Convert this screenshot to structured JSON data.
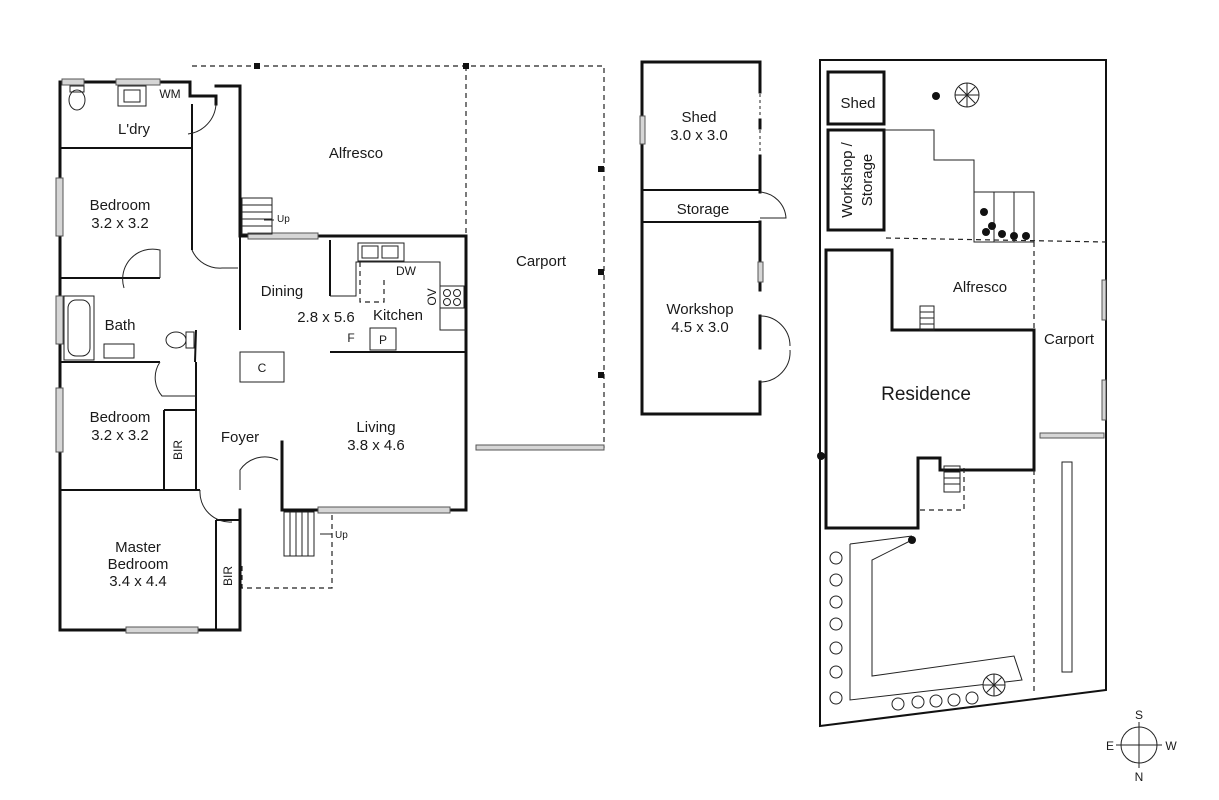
{
  "floor_plan": {
    "rooms": {
      "laundry": {
        "name": "L'dry"
      },
      "wm": {
        "name": "WM"
      },
      "bedroom_top": {
        "name": "Bedroom",
        "size": "3.2 x 3.2"
      },
      "bath": {
        "name": "Bath"
      },
      "bedroom_mid": {
        "name": "Bedroom",
        "size": "3.2 x 3.2"
      },
      "bir_mid": {
        "name": "BIR"
      },
      "master": {
        "name": "Master",
        "name2": "Bedroom",
        "size": "3.4 x 4.4"
      },
      "bir_master": {
        "name": "BIR"
      },
      "foyer": {
        "name": "Foyer"
      },
      "dining": {
        "name": "Dining",
        "size": "2.8 x 5.6"
      },
      "kitchen": {
        "name": "Kitchen"
      },
      "dw": {
        "name": "DW"
      },
      "ov": {
        "name": "OV"
      },
      "fridge": {
        "name": "F"
      },
      "pantry": {
        "name": "P"
      },
      "closet": {
        "name": "C"
      },
      "living": {
        "name": "Living",
        "size": "3.8 x 4.6"
      },
      "alfresco": {
        "name": "Alfresco"
      },
      "carport": {
        "name": "Carport"
      },
      "stairs_up_top": {
        "name": "Up"
      },
      "stairs_up_bottom": {
        "name": "Up"
      }
    }
  },
  "outbuildings": {
    "shed": {
      "name": "Shed",
      "size": "3.0 x 3.0"
    },
    "storage": {
      "name": "Storage"
    },
    "workshop": {
      "name": "Workshop",
      "size": "4.5 x 3.0"
    }
  },
  "site_plan": {
    "shed": {
      "name": "Shed"
    },
    "workshop_storage": {
      "line1": "Workshop /",
      "line2": "Storage"
    },
    "alfresco": {
      "name": "Alfresco"
    },
    "carport": {
      "name": "Carport"
    },
    "residence": {
      "name": "Residence"
    }
  },
  "compass": {
    "s": "S",
    "e": "E",
    "w": "W",
    "n": "N"
  }
}
